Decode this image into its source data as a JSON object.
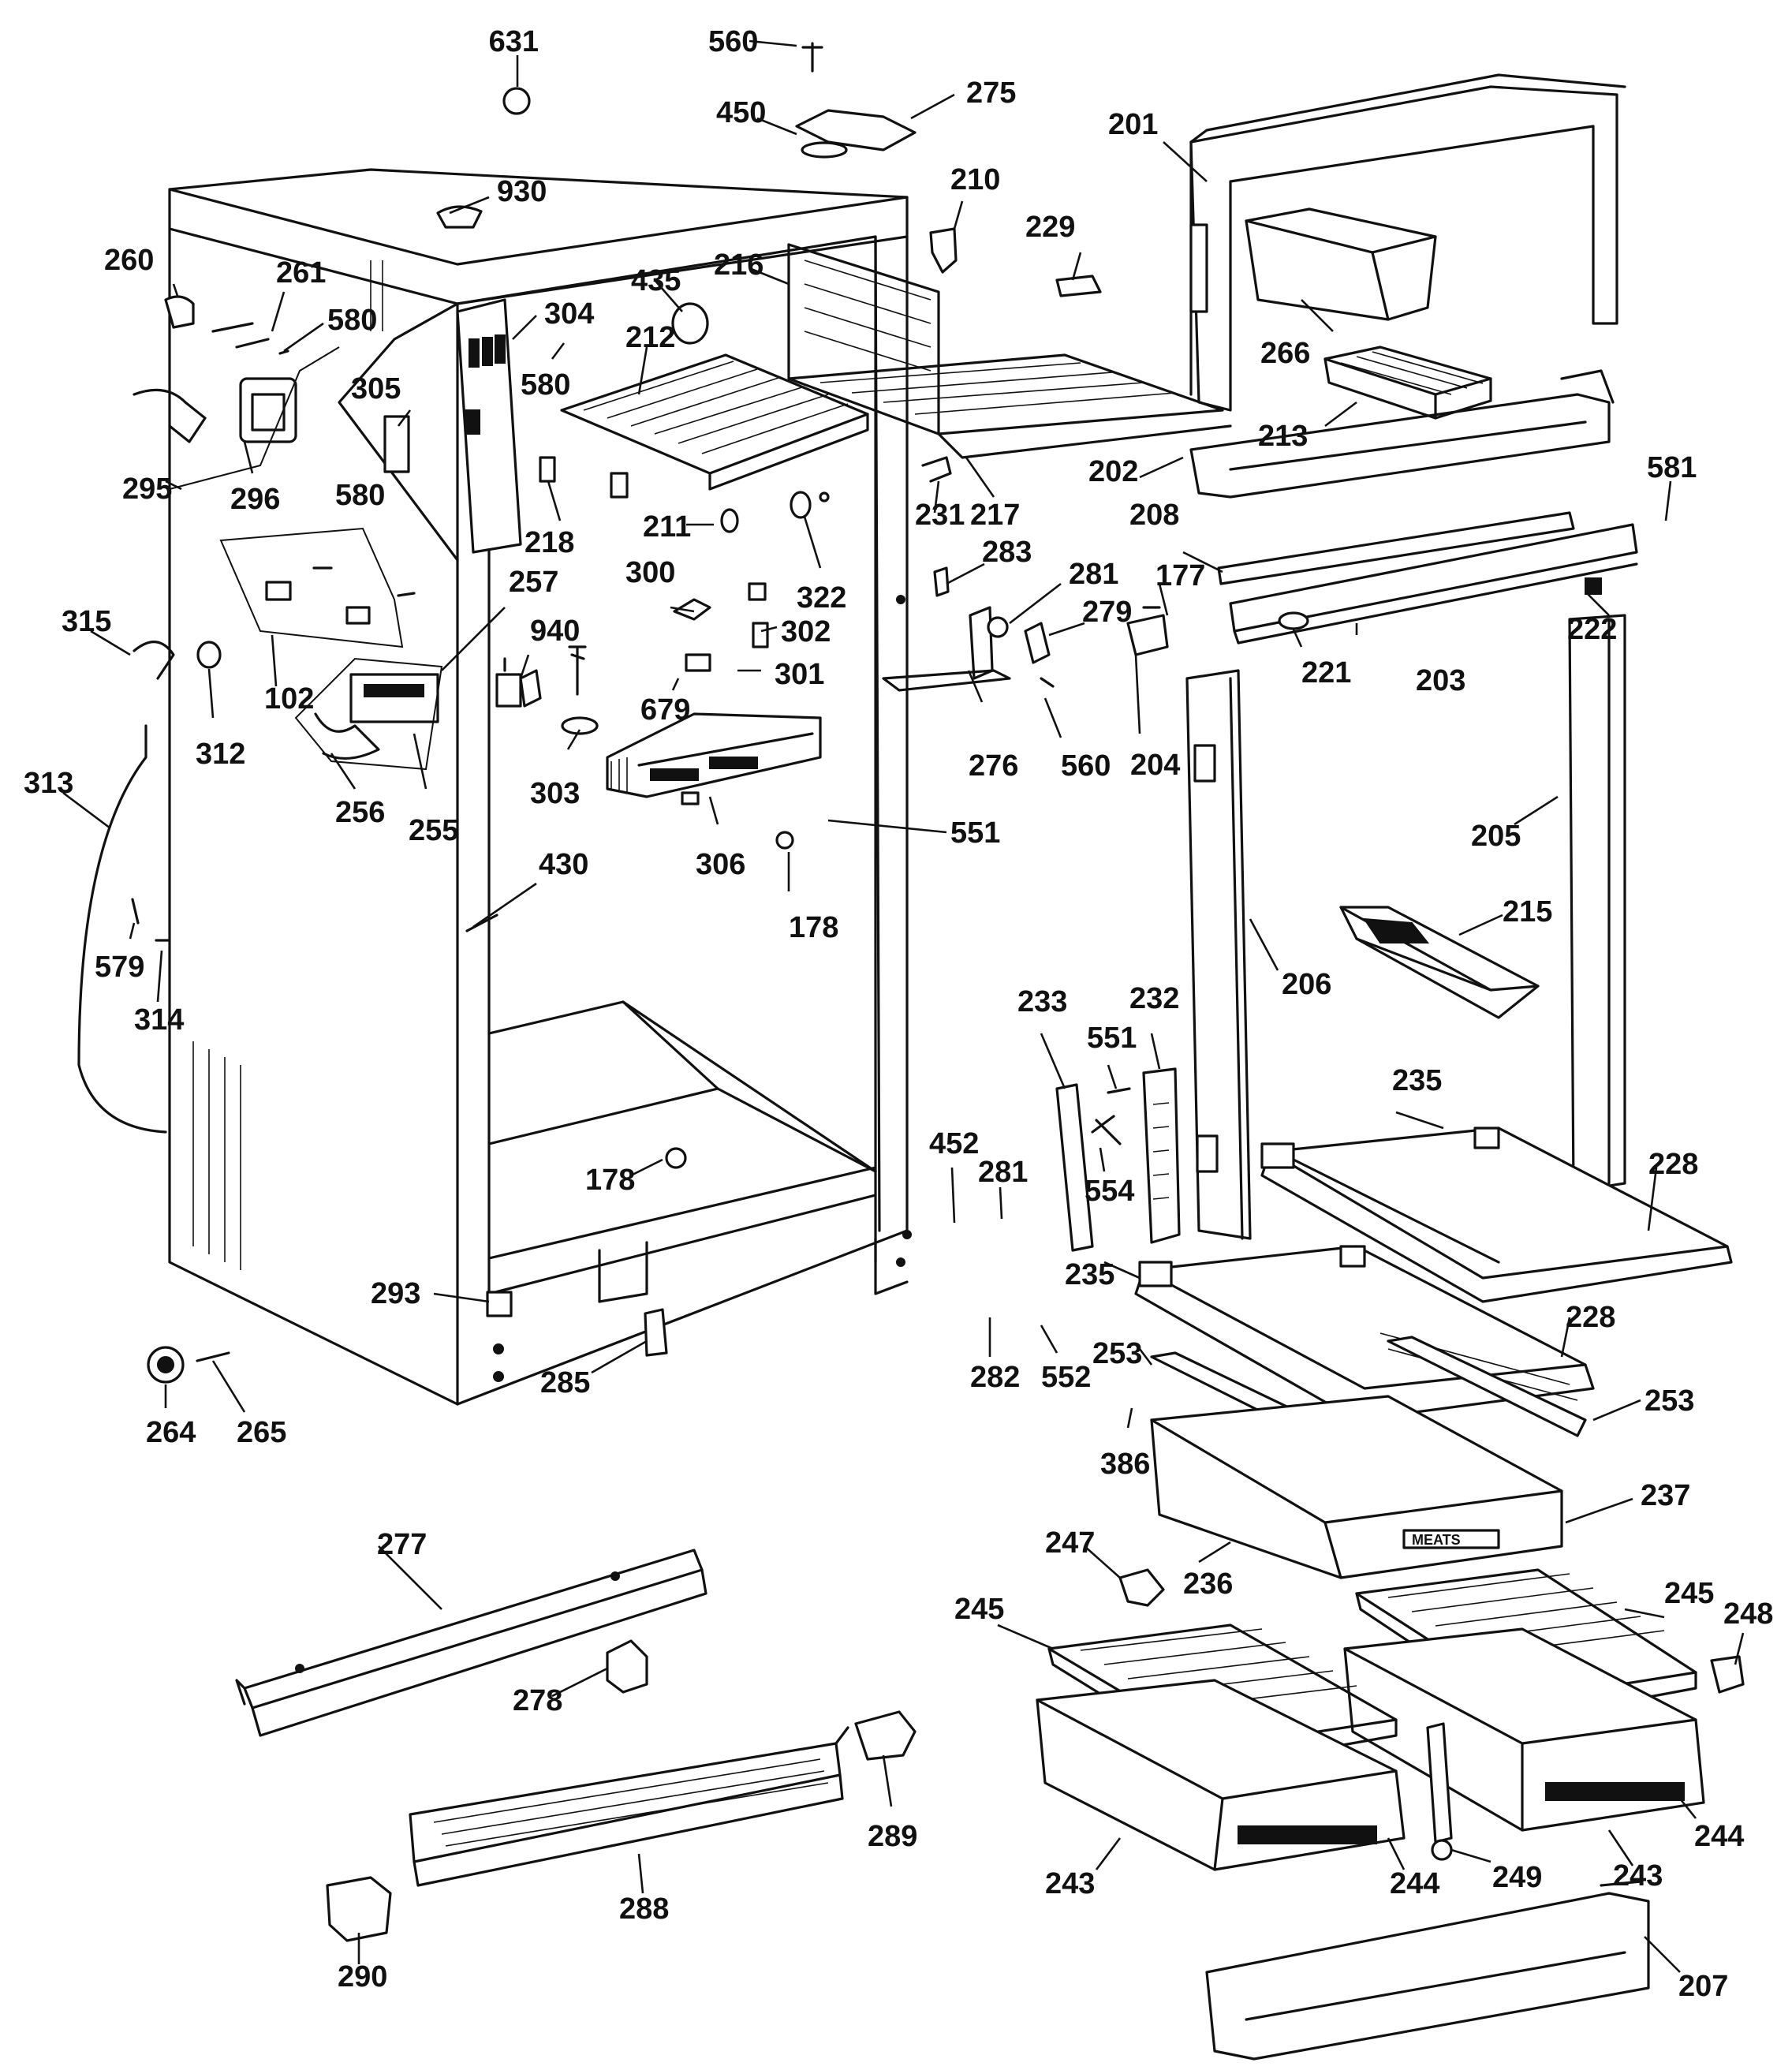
{
  "callouts": {
    "p631": "631",
    "p560a": "560",
    "p450": "450",
    "p275": "275",
    "p201": "201",
    "p930": "930",
    "p210": "210",
    "p229": "229",
    "p260": "260",
    "p261": "261",
    "p580a": "580",
    "p304": "304",
    "p435": "435",
    "p216": "216",
    "p212": "212",
    "p580b": "580",
    "p305": "305",
    "p266": "266",
    "p295": "295",
    "p296": "296",
    "p213": "213",
    "p202": "202",
    "p217": "217",
    "p218": "218",
    "p231": "231",
    "p580c": "580",
    "p211": "211",
    "p581": "581",
    "p208": "208",
    "p322": "322",
    "p283": "283",
    "p281a": "281",
    "p177": "177",
    "p257": "257",
    "p300": "300",
    "p279": "279",
    "p302": "302",
    "p222": "222",
    "p315": "315",
    "p940": "940",
    "p221": "221",
    "p203": "203",
    "p102": "102",
    "p312": "312",
    "p301": "301",
    "p679": "679",
    "p276": "276",
    "p560b": "560",
    "p204": "204",
    "p303": "303",
    "p256": "256",
    "p255": "255",
    "p313": "313",
    "p551a": "551",
    "p306": "306",
    "p205": "205",
    "p430": "430",
    "p178a": "178",
    "p215": "215",
    "p579": "579",
    "p206": "206",
    "p314": "314",
    "p233": "233",
    "p232": "232",
    "p551b": "551",
    "p235a": "235",
    "p178b": "178",
    "p452": "452",
    "p281b": "281",
    "p554": "554",
    "p228a": "228",
    "p235b": "235",
    "p293": "293",
    "p228b": "228",
    "p285": "285",
    "p282": "282",
    "p552": "552",
    "p253a": "253",
    "p253b": "253",
    "p264": "264",
    "p265": "265",
    "p386": "386",
    "p237": "237",
    "p277": "277",
    "p247": "247",
    "p236": "236",
    "p245a": "245",
    "p245b": "245",
    "p248": "248",
    "p278": "278",
    "p289": "289",
    "p244a": "244",
    "p288": "288",
    "p243a": "243",
    "p244b": "244",
    "p249": "249",
    "p243b": "243",
    "p290": "290",
    "p207": "207"
  },
  "drawer_label": "MEATS"
}
